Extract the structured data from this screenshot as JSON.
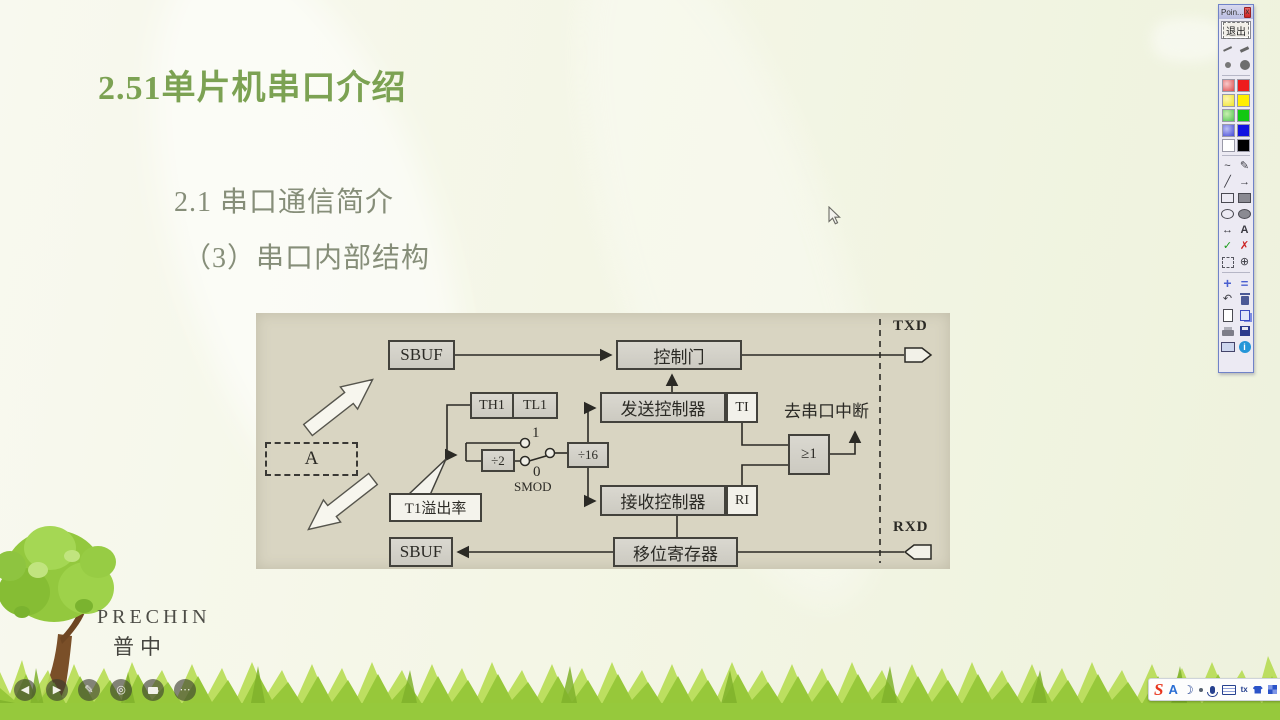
{
  "slide": {
    "title": "2.51单片机串口介绍",
    "subtitle1": "2.1 串口通信简介",
    "subtitle2": "（3）串口内部结构"
  },
  "diagram": {
    "sbuf_top": "SBUF",
    "control_gate": "控制门",
    "th1": "TH1",
    "tl1": "TL1",
    "div2": "÷2",
    "div16": "÷16",
    "smod": "SMOD",
    "switch_pos1": "1",
    "switch_pos0": "0",
    "send_controller": "发送控制器",
    "ti": "TI",
    "recv_controller": "接收控制器",
    "ri": "RI",
    "or_gate": "≥1",
    "to_serial_interrupt": "去串口中断",
    "shift_register": "移位寄存器",
    "sbuf_bottom": "SBUF",
    "t1_overflow_rate": "T1溢出率",
    "bus": "A",
    "txd": "TXD",
    "rxd": "RXD"
  },
  "annotation_toolbar": {
    "window_title": "Poin...",
    "close_label": "x",
    "exit_button": "退出"
  },
  "icons": {
    "curve": "~",
    "pencil": "✎",
    "line": "╱",
    "arrow": "→",
    "double_arrow": "↔",
    "text_tool": "A",
    "check": "✓",
    "cross": "✗",
    "magnifier": "⊕",
    "plus": "+",
    "equals": "=",
    "undo": "↶",
    "back": "◀",
    "play": "▶",
    "edit": "✎",
    "target": "◎",
    "more": "⋯",
    "moon": "☽",
    "ime_latin": "A",
    "sogou_s": "S",
    "info": "i",
    "tx": "tx"
  },
  "logo": {
    "brand": "PRECHIN",
    "brand_cn": "普中"
  },
  "colors": {
    "title_green": "#7ca253",
    "panel_tan": "#d9d5c2",
    "grass_green": "#97c83a",
    "accent_red": "#ee1c1c",
    "accent_yellow": "#ffee00",
    "accent_green": "#12c812",
    "accent_blue": "#1212e0"
  }
}
